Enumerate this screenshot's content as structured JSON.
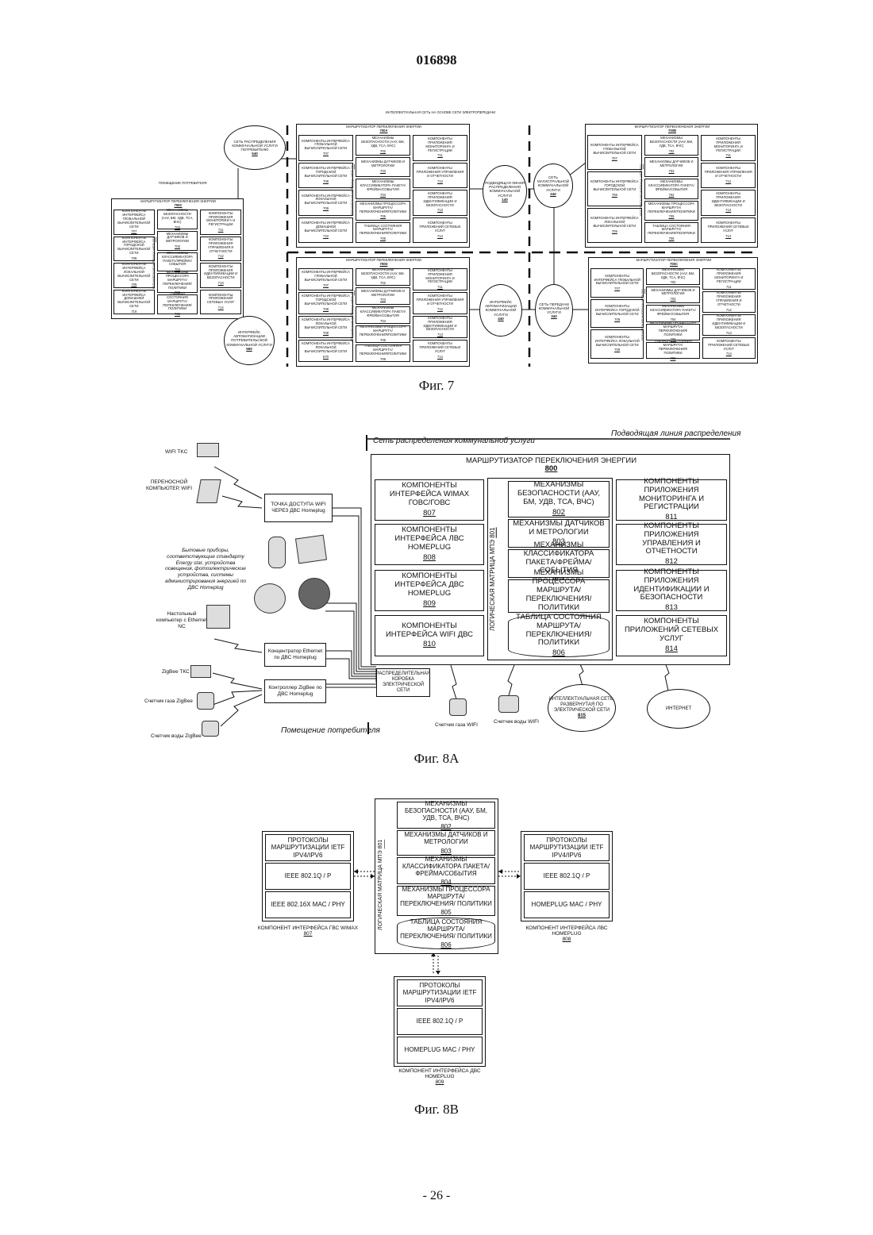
{
  "header": {
    "doc_number": "016898"
  },
  "page_number": "- 26 -",
  "fig7": {
    "caption": "Фиг. 7",
    "top_title": "ИНТЕЛЛЕКТУАЛЬНАЯ СЕТЬ НА ОСНОВЕ СЕТИ ЭЛЕКТРОПЕРЕДАЧИ",
    "premises_label": "ПОМЕЩЕНИЕ ПОТРЕБИТЕЛЯ",
    "matrix_label": "ЛОГИЧЕСКАЯ МАТРИЦА МПЭ",
    "routers": [
      {
        "title": "МАРШРУТИЗАТОР ПЕРЕКЛЮЧЕНИЯ ЭНЕРГИИ",
        "number": "700C",
        "matrix_no": "701",
        "left": [
          {
            "label": "КОМПОНЕНТЫ ИНТЕРФЕЙСА ГЛОБАЛЬНОЙ ВЫЧИСЛИТЕЛЬНОЙ СЕТИ",
            "n": "707"
          },
          {
            "label": "КОМПОНЕНТЫ ИНТЕРФЕЙСА ГОРОДСКОЙ ВЫЧИСЛИТЕЛЬНОЙ СЕТИ",
            "n": "708"
          },
          {
            "label": "КОМПОНЕНТЫ ИНТЕРФЕЙСА ЛОКАЛЬНОЙ ВЫЧИСЛИТЕЛЬНОЙ СЕТИ",
            "n": "709"
          },
          {
            "label": "КОМПОНЕНТЫ ИНТЕРФЕЙСА ДОМАШНЕЙ ВЫЧИСЛИТЕЛЬНОЙ СЕТИ",
            "n": "710"
          }
        ],
        "mid": [
          {
            "label": "МЕХАНИЗМЫ БЕЗОПАСНОСТИ (ААУ, БМ, УДВ, ТСА, ВЧС)",
            "n": "702"
          },
          {
            "label": "МЕХАНИЗМЫ ДАТЧИКОВ И МЕТРОЛОГИИ",
            "n": "703"
          },
          {
            "label": "МЕХАНИЗМЫ КЛАССИФИКАТОРА ПАКЕТА/ФРЕЙМА/СОБЫТИЯ",
            "n": "704"
          },
          {
            "label": "МЕХАНИЗМЫ ПРОЦЕССОРА МАРШРУТА/ПЕРЕКЛЮЧЕНИЯ/ПОЛИТИКИ",
            "n": "705"
          },
          {
            "label": "ТАБЛИЦА СОСТОЯНИЯ МАРШРУТА/ПЕРЕКЛЮЧЕНИЯ/ПОЛИТИКИ",
            "n": "706"
          }
        ],
        "right": [
          {
            "label": "КОМПОНЕНТЫ ПРИЛОЖЕНИЯ МОНИТОРИНГА И РЕГИСТРАЦИИ",
            "n": "711"
          },
          {
            "label": "КОМПОНЕНТЫ ПРИЛОЖЕНИЯ УПРАВЛЕНИЯ И ОТЧЕТНОСТИ",
            "n": "712"
          },
          {
            "label": "КОМПОНЕНТЫ ПРИЛОЖЕНИЯ ИДЕНТИФИКАЦИИ И БЕЗОПАСНОСТИ",
            "n": "713"
          },
          {
            "label": "КОМПОНЕНТЫ ПРИЛОЖЕНИЙ СЕТЕВЫХ УСЛУГ",
            "n": "714"
          }
        ]
      },
      {
        "title": "МАРШРУТИЗАТОР ПЕРЕКЛЮЧЕНИЯ ЭНЕРГИИ",
        "number": "700A",
        "matrix_no": "701",
        "left": [
          {
            "label": "КОМПОНЕНТЫ ИНТЕРФЕЙСА ГЛОБАЛЬНОЙ ВЫЧИСЛИТЕЛЬНОЙ СЕТИ",
            "n": "707"
          },
          {
            "label": "КОМПОНЕНТЫ ИНТЕРФЕЙСА ГОРОДСКОЙ ВЫЧИСЛИТЕЛЬНОЙ СЕТИ",
            "n": "708"
          },
          {
            "label": "КОМПОНЕНТЫ ИНТЕРФЕЙСА ЛОКАЛЬНОЙ ВЫЧИСЛИТЕЛЬНОЙ СЕТИ",
            "n": "709"
          },
          {
            "label": "КОМПОНЕНТЫ ИНТЕРФЕЙСА ДОМАШНЕЙ ВЫЧИСЛИТЕЛЬНОЙ СЕТИ",
            "n": "710"
          }
        ],
        "mid": [
          {
            "label": "МЕХАНИЗМЫ БЕЗОПАСНОСТИ (ААУ, БМ, УДВ, ТСА, ВЧС)",
            "n": "702"
          },
          {
            "label": "МЕХАНИЗМЫ ДАТЧИКОВ И МЕТРОЛОГИИ",
            "n": "703"
          },
          {
            "label": "МЕХАНИЗМЫ КЛАССИФИКАТОРА ПАКЕТА/ФРЕЙМА/СОБЫТИЯ",
            "n": "704"
          },
          {
            "label": "МЕХАНИЗМЫ ПРОЦЕССОРА МАРШРУТА/ПЕРЕКЛЮЧЕНИЯ/ПОЛИТИКИ",
            "n": "705"
          },
          {
            "label": "ТАБЛИЦА СОСТОЯНИЯ МАРШРУТА/ПЕРЕКЛЮЧЕНИЯ/ПОЛИТИКИ",
            "n": "706"
          }
        ],
        "right": [
          {
            "label": "КОМПОНЕНТЫ ПРИЛОЖЕНИЯ МОНИТОРИНГА И РЕГИСТРАЦИИ",
            "n": "711"
          },
          {
            "label": "КОМПОНЕНТЫ ПРИЛОЖЕНИЯ УПРАВЛЕНИЯ И ОТЧЕТНОСТИ",
            "n": "712"
          },
          {
            "label": "КОМПОНЕНТЫ ПРИЛОЖЕНИЯ ИДЕНТИФИКАЦИИ И БЕЗОПАСНОСТИ",
            "n": "713"
          },
          {
            "label": "КОМПОНЕНТЫ ПРИЛОЖЕНИЙ СЕТЕВЫХ УСЛУГ",
            "n": "714"
          }
        ]
      },
      {
        "title": "МАРШРУТИЗАТОР ПЕРЕКЛЮЧЕНИЯ ЭНЕРГИИ",
        "number": "700B",
        "matrix_no": "701",
        "left": [
          {
            "label": "КОМПОНЕНТЫ ИНТЕРФЕЙСА ГЛОБАЛЬНОЙ ВЫЧИСЛИТЕЛЬНОЙ СЕТИ",
            "n": "707"
          },
          {
            "label": "КОМПОНЕНТЫ ИНТЕРФЕЙСА ГОРОДСКОЙ ВЫЧИСЛИТЕЛЬНОЙ СЕТИ",
            "n": "708"
          },
          {
            "label": "КОМПОНЕНТЫ ИНТЕРФЕЙСА ЛОКАЛЬНОЙ ВЫЧИСЛИТЕЛЬНОЙ СЕТИ",
            "n": "709"
          }
        ],
        "mid": [
          {
            "label": "МЕХАНИЗМЫ БЕЗОПАСНОСТИ (ААУ, БМ, УДВ, ТСА, ВЧС)",
            "n": "702"
          },
          {
            "label": "МЕХАНИЗМЫ ДАТЧИКОВ И МЕТРОЛОГИИ",
            "n": "703"
          },
          {
            "label": "МЕХАНИЗМЫ КЛАССИФИКАТОРА ПАКЕТА/ФРЕЙМА/СОБЫТИЯ",
            "n": "704"
          },
          {
            "label": "МЕХАНИЗМЫ ПРОЦЕССОРА МАРШРУТА/ПЕРЕКЛЮЧЕНИЯ/ПОЛИТИКИ",
            "n": "705"
          },
          {
            "label": "ТАБЛИЦА СОСТОЯНИЯ МАРШРУТА/ПЕРЕКЛЮЧЕНИЯ/ПОЛИТИКИ",
            "n": "706"
          }
        ],
        "right": [
          {
            "label": "КОМПОНЕНТЫ ПРИЛОЖЕНИЯ МОНИТОРИНГА И РЕГИСТРАЦИИ",
            "n": "711"
          },
          {
            "label": "КОМПОНЕНТЫ ПРИЛОЖЕНИЯ УПРАВЛЕНИЯ И ОТЧЕТНОСТИ",
            "n": "712"
          },
          {
            "label": "КОМПОНЕНТЫ ПРИЛОЖЕНИЯ ИДЕНТИФИКАЦИИ И БЕЗОПАСНОСТИ",
            "n": "713"
          },
          {
            "label": "КОМПОНЕНТЫ ПРИЛОЖЕНИЙ СЕТЕВЫХ УСЛУГ",
            "n": "714"
          }
        ]
      },
      {
        "title": "МАРШРУТИЗАТОР ПЕРЕКЛЮЧЕНИЯ ЭНЕРГИИ",
        "number": "700D",
        "matrix_no": "701",
        "left": [
          {
            "label": "КОМПОНЕНТЫ ИНТЕРФЕЙСА ГЛОБАЛЬНОЙ ВЫЧИСЛИТЕЛЬНОЙ СЕТИ",
            "n": "707"
          },
          {
            "label": "КОМПОНЕНТЫ ИНТЕРФЕЙСА ГОРОДСКОЙ ВЫЧИСЛИТЕЛЬНОЙ СЕТИ",
            "n": "708"
          },
          {
            "label": "КОМПОНЕНТЫ ИНТЕРФЕЙСА ЛОКАЛЬНОЙ ВЫЧИСЛИТЕЛЬНОЙ СЕТИ",
            "n": "709"
          },
          {
            "label": "КОМПОНЕНТЫ ИНТЕРФЕЙСА ЛОКАЛЬНОЙ ВЫЧИСЛИТЕЛЬНОЙ СЕТИ",
            "n": "670"
          }
        ],
        "mid": [
          {
            "label": "МЕХАНИЗМЫ БЕЗОПАСНОСТИ (ААУ, БМ, УДВ, ТСА, ВЧС)",
            "n": "702"
          },
          {
            "label": "МЕХАНИЗМЫ ДАТЧИКОВ И МЕТРОЛОГИИ",
            "n": "703"
          },
          {
            "label": "МЕХАНИЗМЫ КЛАССИФИКАТОРА ПАКЕТА/ФРЕЙМА/СОБЫТИЯ",
            "n": "704"
          },
          {
            "label": "МЕХАНИЗМЫ ПРОЦЕССОРА МАРШРУТА/ПЕРЕКЛЮЧЕНИЯ/ПОЛИТИКИ",
            "n": "705"
          },
          {
            "label": "ТАБЛИЦА СОСТОЯНИЯ МАРШРУТА/ПЕРЕКЛЮЧЕНИЯ/ПОЛИТИКИ",
            "n": "706"
          }
        ],
        "right": [
          {
            "label": "КОМПОНЕНТЫ ПРИЛОЖЕНИЯ МОНИТОРИНГА И РЕГИСТРАЦИИ",
            "n": "711"
          },
          {
            "label": "КОМПОНЕНТЫ ПРИЛОЖЕНИЯ УПРАВЛЕНИЯ И ОТЧЕТНОСТИ",
            "n": "712"
          },
          {
            "label": "КОМПОНЕНТЫ ПРИЛОЖЕНИЯ ИДЕНТИФИКАЦИИ И БЕЗОПАСНОСТИ",
            "n": "713"
          },
          {
            "label": "КОМПОНЕНТЫ ПРИЛОЖЕНИЙ СЕТЕВЫХ УСЛУГ",
            "n": "714"
          }
        ]
      },
      {
        "title": "МАРШРУТИЗАТОР ПЕРЕКЛЮЧЕНИЯ ЭНЕРГИИ",
        "number": "700C",
        "matrix_no": "701",
        "left": [
          {
            "label": "КОМПОНЕНТЫ ИНТЕРФЕЙСА ГЛОБАЛЬНОЙ ВЫЧИСЛИТЕЛЬНОЙ СЕТИ",
            "n": "707"
          },
          {
            "label": "КОМПОНЕНТЫ ИНТЕРФЕЙСА ГОРОДСКОЙ ВЫЧИСЛИТЕЛЬНОЙ СЕТИ",
            "n": "708"
          },
          {
            "label": "КОМПОНЕНТЫ ИНТЕРФЕЙСА ЛОКАЛЬНОЙ ВЫЧИСЛИТЕЛЬНОЙ СЕТИ",
            "n": "709"
          }
        ],
        "mid": [
          {
            "label": "МЕХАНИЗМЫ БЕЗОПАСНОСТИ (ААУ, БМ, УДВ, ТСА, ВЧС)",
            "n": "702"
          },
          {
            "label": "МЕХАНИЗМЫ ДАТЧИКОВ И МЕТРОЛОГИИ",
            "n": "703"
          },
          {
            "label": "МЕХАНИЗМЫ КЛАССИФИКАТОРА ПАКЕТА/ФРЕЙМА/СОБЫТИЯ",
            "n": "704"
          },
          {
            "label": "МЕХАНИЗМЫ ПРОЦЕССОРА МАРШРУТА/ПЕРЕКЛЮЧЕНИЯ/ПОЛИТИКИ",
            "n": "705"
          },
          {
            "label": "ТАБЛИЦА СОСТОЯНИЯ МАРШРУТА/ПЕРЕКЛЮЧЕНИЯ/ПОЛИТИКИ",
            "n": "706"
          }
        ],
        "right": [
          {
            "label": "КОМПОНЕНТЫ ПРИЛОЖЕНИЯ МОНИТОРИНГА И РЕГИСТРАЦИИ",
            "n": "711"
          },
          {
            "label": "КОМПОНЕНТЫ ПРИЛОЖЕНИЯ УПРАВЛЕНИЯ И ОТЧЕТНОСТИ",
            "n": "712"
          },
          {
            "label": "КОМПОНЕНТЫ ПРИЛОЖЕНИЯ ИДЕНТИФИКАЦИИ И БЕЗОПАСНОСТИ",
            "n": "713"
          },
          {
            "label": "КОМПОНЕНТЫ ПРИЛОЖЕНИЙ СЕТЕВЫХ УСЛУГ",
            "n": "714"
          }
        ]
      }
    ],
    "clouds": [
      {
        "label": "СЕТЬ РАСПРЕДЕЛЕНИЯ КОММУНАЛЬНОЙ УСЛУГИ ПОТРЕБИТЕЛЮ",
        "n": "540"
      },
      {
        "label": "ПОДВОДЯЩАЯ ЛИНИЯ РАСПРЕДЕЛЕНИЯ КОММУНАЛЬНОЙ УСЛУГИ",
        "n": "140"
      },
      {
        "label": "СЕТЬ МАГИСТРАЛЬНОЙ КОММУНАЛЬНОЙ УСЛУГИ",
        "n": "240"
      },
      {
        "label": "ИНТЕРФЕЙС АВТОМАТИЗАЦИИ КОММУНАЛЬНОЙ УСЛУГИ",
        "n": "440"
      },
      {
        "label": "СЕТЬ ПЕРЕДАЧИ КОММУНАЛЬНОЙ УСЛУГИ",
        "n": "340"
      },
      {
        "label": "ИНТЕРФЕЙС АВТОМАТИЗАЦИИ ПОТРЕБИТЕЛЬСКОЙ КОММУНАЛЬНОЙ УСЛУГИ",
        "n": "550"
      }
    ]
  },
  "fig8a": {
    "caption": "Фиг. 8А",
    "utility_net": "Сеть распределения коммунальной услуги",
    "feeder": "Подводящая линия распределения",
    "premises": "Помещение потребителя",
    "router_title": "МАРШРУТИЗАТОР ПЕРЕКЛЮЧЕНИЯ ЭНЕРГИИ",
    "router_no": "800",
    "matrix_label": "ЛОГИЧЕСКАЯ МАТРИЦА МПЭ",
    "matrix_no": "801",
    "left": [
      {
        "label": "КОМПОНЕНТЫ ИНТЕРФЕЙСА WIMAX ГОВС/ГОВС",
        "n": "807"
      },
      {
        "label": "КОМПОНЕНТЫ ИНТЕРФЕЙСА ЛВС HOMEPLUG",
        "n": "808"
      },
      {
        "label": "КОМПОНЕНТЫ ИНТЕРФЕЙСА ДВС HOMEPLUG",
        "n": "809"
      },
      {
        "label": "КОМПОНЕНТЫ ИНТЕРФЕЙСА WIFI ДВС",
        "n": "810"
      }
    ],
    "mid": [
      {
        "label": "МЕХАНИЗМЫ БЕЗОПАСНОСТИ (ААУ, БМ, УДВ, ТСА, ВЧС)",
        "n": "802"
      },
      {
        "label": "МЕХАНИЗМЫ ДАТЧИКОВ И МЕТРОЛОГИИ",
        "n": "803"
      },
      {
        "label": "МЕХАНИЗМЫ КЛАССИФИКАТОРА ПАКЕТА/ФРЕЙМА/СОБЫТИЯ",
        "n": "804"
      },
      {
        "label": "МЕХАНИЗМЫ ПРОЦЕССОРА МАРШРУТА/ПЕРЕКЛЮЧЕНИЯ/ ПОЛИТИКИ",
        "n": "805"
      },
      {
        "label": "ТАБЛИЦА СОСТОЯНИЯ МАРШРУТА/ПЕРЕКЛЮЧЕНИЯ/ ПОЛИТИКИ",
        "n": "806"
      }
    ],
    "right": [
      {
        "label": "КОМПОНЕНТЫ ПРИЛОЖЕНИЯ МОНИТОРИНГА И РЕГИСТРАЦИИ",
        "n": "811"
      },
      {
        "label": "КОМПОНЕНТЫ ПРИЛОЖЕНИЯ УПРАВЛЕНИЯ И ОТЧЕТНОСТИ",
        "n": "812"
      },
      {
        "label": "КОМПОНЕНТЫ ПРИЛОЖЕНИЯ ИДЕНТИФИКАЦИИ И БЕЗОПАСНОСТИ",
        "n": "813"
      },
      {
        "label": "КОМПОНЕНТЫ ПРИЛОЖЕНИЙ СЕТЕВЫХ УСЛУГ",
        "n": "814"
      }
    ],
    "devices": {
      "wifi_tks": "WIFI TKC",
      "laptop": "ПЕРЕНОСНОЙ КОМПЬЮТЕР, WIFI",
      "wifi_ap": "ТОЧКА ДОСТУПА WIFI ЧЕРЕЗ ДВС Homeplug",
      "appliances": "Бытовые приборы, соответствующие стандарту Energy star, устройства освещения, фотоэлектрические устройства, системы администрирования энергией по ДВС Homeplug",
      "desktop": "Настольный компьютер с Ethernet NC",
      "eth_hub": "Концентратор Ethernet по ДВС Homeplug",
      "zigbee_tks": "ZigBee ТКС",
      "zigbee_ctrl": "Контроллер ZigBee по ДВС Homeplug",
      "gas_zigbee": "Счетчик газа ZigBee",
      "water_zigbee": "Счетчик воды ZigBee",
      "dist_box": "РАСПРЕДЕЛИТЕЛЬНАЯ КОРОБКА ЭЛЕКТРИЧЕСКОЙ СЕТИ",
      "gas_wifi": "Счетчик газа WIFI",
      "water_wifi": "Счетчик воды WIFI",
      "smart_grid": "ИНТЕЛЛЕКТУАЛЬНАЯ СЕТЬ, РАЗВЕРНУТАЯ ПО ЭЛЕКТРИЧЕСКОЙ СЕТИ",
      "smart_grid_no": "815",
      "internet": "ИНТЕРНЕТ"
    }
  },
  "fig8b": {
    "caption": "Фиг. 8В",
    "matrix_label": "ЛОГИЧЕСКАЯ МАТРИЦА МПЭ",
    "matrix_no": "801",
    "mid": [
      {
        "label": "МЕХАНИЗМЫ БЕЗОПАСНОСТИ (ААУ, БМ, УДВ, ТСА, ВЧС)",
        "n": "802"
      },
      {
        "label": "МЕХАНИЗМЫ ДАТЧИКОВ И МЕТРОЛОГИИ",
        "n": "803"
      },
      {
        "label": "МЕХАНИЗМЫ КЛАССИФИКАТОРА ПАКЕТА/ФРЕЙМА/СОБЫТИЯ",
        "n": "804"
      },
      {
        "label": "МЕХАНИЗМЫ ПРОЦЕССОРА МАРШРУТА/ПЕРЕКЛЮЧЕНИЯ/ ПОЛИТИКИ",
        "n": "805"
      },
      {
        "label": "ТАБЛИЦА СОСТОЯНИЯ МАРШРУТА/ПЕРЕКЛЮЧЕНИЯ/ ПОЛИТИКИ",
        "n": "806"
      }
    ],
    "stacks": [
      {
        "layers": [
          "ПРОТОКОЛЫ МАРШРУТИЗАЦИИ IETF IPV4/IPV6",
          "IEEE 802.1Q / P",
          "IEEE 802.16x MAC / PHY"
        ],
        "caption": "КОМПОНЕНТ ИНТЕРФЕЙСА ГВС WIMAX",
        "n": "807"
      },
      {
        "layers": [
          "ПРОТОКОЛЫ МАРШРУТИЗАЦИИ IETF IPV4/IPV6",
          "IEEE 802.1Q / P",
          "HOMEPLUG MAC / PHY"
        ],
        "caption": "КОМПОНЕНТ ИНТЕРФЕЙСА ЛВС HOMEPLUG",
        "n": "808"
      },
      {
        "layers": [
          "ПРОТОКОЛЫ МАРШРУТИЗАЦИИ IETF IPV4/IPV6",
          "IEEE 802.1Q / P",
          "HOMEPLUG MAC / PHY"
        ],
        "caption": "КОМПОНЕНТ ИНТЕРФЕЙСА ДВС HOMEPLUG",
        "n": "809"
      }
    ]
  }
}
